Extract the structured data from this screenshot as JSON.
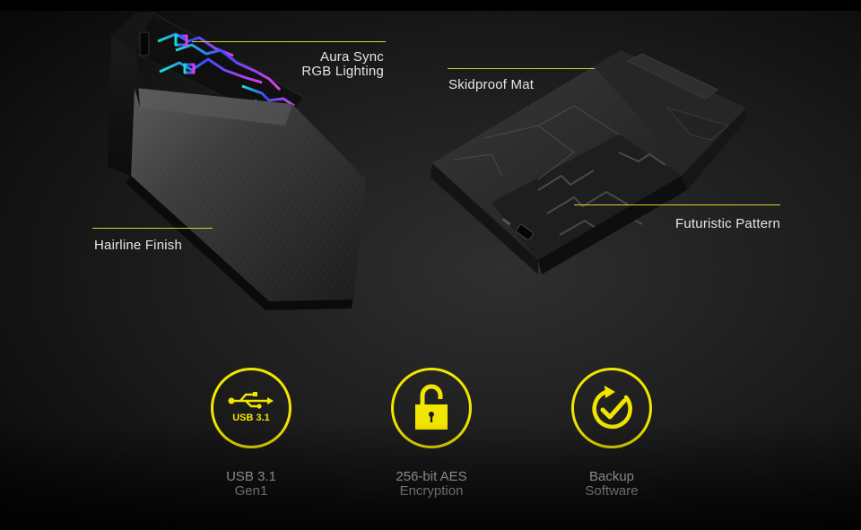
{
  "callouts": {
    "aura_line1": "Aura Sync",
    "aura_line2": "RGB Lighting",
    "skidproof": "Skidproof Mat",
    "hairline": "Hairline Finish",
    "futuristic": "Futuristic Pattern"
  },
  "features": [
    {
      "icon": "usb-icon",
      "icon_text": "USB 3.1",
      "line1": "USB 3.1",
      "line2": "Gen1"
    },
    {
      "icon": "lock-icon",
      "icon_text": "",
      "line1": "256-bit AES",
      "line2": "Encryption"
    },
    {
      "icon": "backup-check-icon",
      "icon_text": "",
      "line1": "Backup",
      "line2": "Software"
    }
  ],
  "colors": {
    "accent": "#f2e500",
    "leader": "#d6cf2e",
    "text": "#e6e6e6",
    "rgb_cyan": "#19e0d0",
    "rgb_blue": "#3b4bff",
    "rgb_magenta": "#e040e8"
  }
}
